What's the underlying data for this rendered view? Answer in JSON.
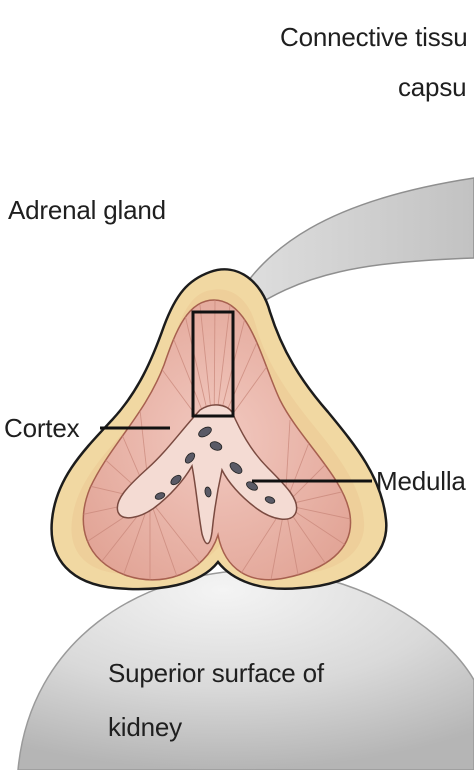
{
  "labels": {
    "connective_tissue_line1": "Connective tissu",
    "connective_tissue_line2": "capsu",
    "adrenal_gland": "Adrenal gland",
    "cortex": "Cortex",
    "medulla": "Medulla",
    "kidney_line1": "Superior surface of",
    "kidney_line2": "kidney"
  },
  "colors": {
    "capsule_fat": "#f1d8a2",
    "cortex": "#ebb3a8",
    "medulla": "#f4dbd3",
    "kidney_surface": "#d2d2d2",
    "zoom_callout": "#cfcfcf",
    "outline": "#1c1c1c"
  }
}
